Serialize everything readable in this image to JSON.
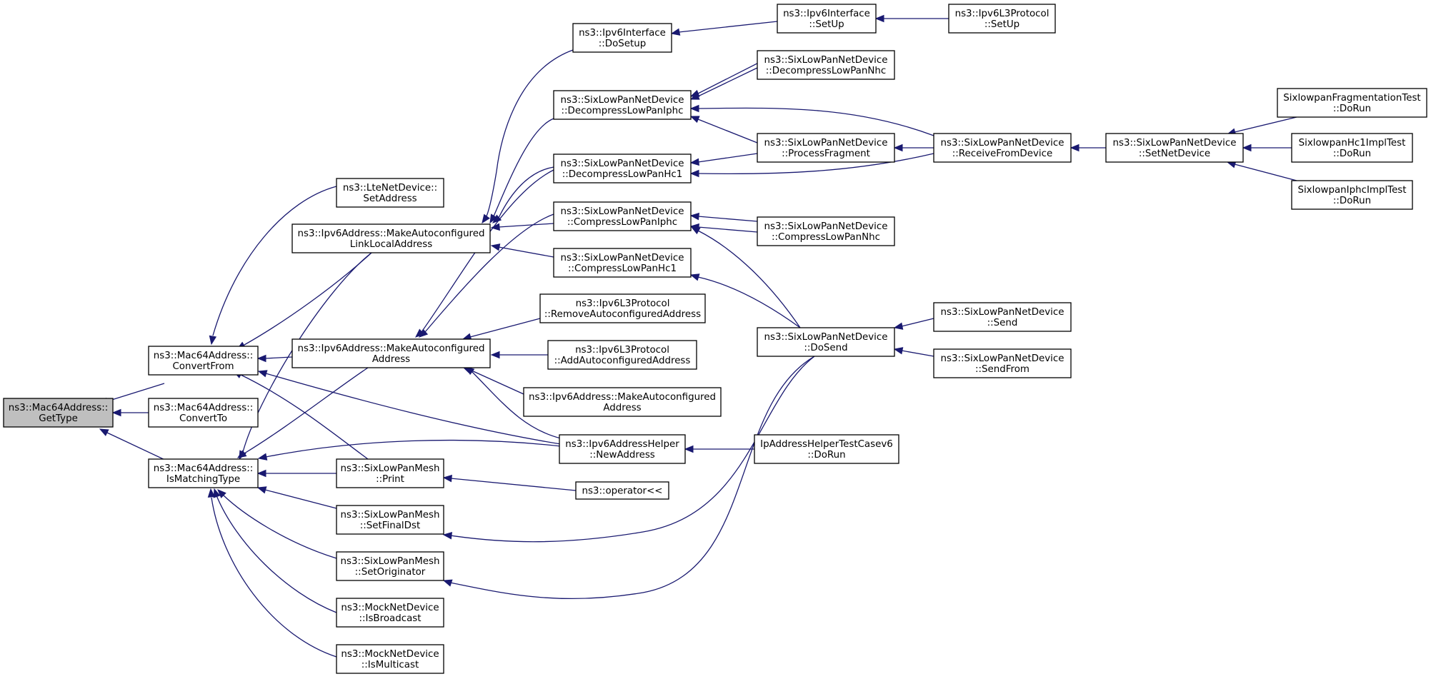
{
  "graph": {
    "edge_color": "#191970",
    "root_fill": "#bfbfbf",
    "nodes": {
      "gettype": {
        "lines": [
          "ns3::Mac64Address::",
          "GetType"
        ],
        "root": true
      },
      "convertfrom": {
        "lines": [
          "ns3::Mac64Address::",
          "ConvertFrom"
        ]
      },
      "convertto": {
        "lines": [
          "ns3::Mac64Address::",
          "ConvertTo"
        ]
      },
      "ismatchingtype": {
        "lines": [
          "ns3::Mac64Address::",
          "IsMatchingType"
        ]
      },
      "lte_setaddress": {
        "lines": [
          "ns3::LteNetDevice::",
          "SetAddress"
        ]
      },
      "makeauto_linklocal": {
        "lines": [
          "ns3::Ipv6Address::MakeAutoconfigured",
          "LinkLocalAddress"
        ]
      },
      "makeauto_address": {
        "lines": [
          "ns3::Ipv6Address::MakeAutoconfigured",
          "Address"
        ]
      },
      "mesh_print": {
        "lines": [
          "ns3::SixLowPanMesh",
          "::Print"
        ]
      },
      "mesh_setfinaldst": {
        "lines": [
          "ns3::SixLowPanMesh",
          "::SetFinalDst"
        ]
      },
      "mesh_setoriginator": {
        "lines": [
          "ns3::SixLowPanMesh",
          "::SetOriginator"
        ]
      },
      "mock_isbroadcast": {
        "lines": [
          "ns3::MockNetDevice",
          "::IsBroadcast"
        ]
      },
      "mock_ismulticast": {
        "lines": [
          "ns3::MockNetDevice",
          "::IsMulticast"
        ]
      },
      "ipv6if_dosetup": {
        "lines": [
          "ns3::Ipv6Interface",
          "::DoSetup"
        ]
      },
      "decompress_iphc": {
        "lines": [
          "ns3::SixLowPanNetDevice",
          "::DecompressLowPanIphc"
        ]
      },
      "decompress_hc1": {
        "lines": [
          "ns3::SixLowPanNetDevice",
          "::DecompressLowPanHc1"
        ]
      },
      "compress_iphc": {
        "lines": [
          "ns3::SixLowPanNetDevice",
          "::CompressLowPanIphc"
        ]
      },
      "compress_hc1": {
        "lines": [
          "ns3::SixLowPanNetDevice",
          "::CompressLowPanHc1"
        ]
      },
      "removeauto": {
        "lines": [
          "ns3::Ipv6L3Protocol",
          "::RemoveAutoconfiguredAddress"
        ]
      },
      "addauto": {
        "lines": [
          "ns3::Ipv6L3Protocol",
          "::AddAutoconfiguredAddress"
        ]
      },
      "makeauto_address2": {
        "lines": [
          "ns3::Ipv6Address::MakeAutoconfigured",
          "Address"
        ]
      },
      "helper_newaddress": {
        "lines": [
          "ns3::Ipv6AddressHelper",
          "::NewAddress"
        ]
      },
      "operator_ll": {
        "lines": [
          "ns3::operator<<"
        ]
      },
      "ipv6if_setup": {
        "lines": [
          "ns3::Ipv6Interface",
          "::SetUp"
        ]
      },
      "ipv6l3_setup": {
        "lines": [
          "ns3::Ipv6L3Protocol",
          "::SetUp"
        ]
      },
      "decompress_nhc": {
        "lines": [
          "ns3::SixLowPanNetDevice",
          "::DecompressLowPanNhc"
        ]
      },
      "processfragment": {
        "lines": [
          "ns3::SixLowPanNetDevice",
          "::ProcessFragment"
        ]
      },
      "compress_nhc": {
        "lines": [
          "ns3::SixLowPanNetDevice",
          "::CompressLowPanNhc"
        ]
      },
      "dosend": {
        "lines": [
          "ns3::SixLowPanNetDevice",
          "::DoSend"
        ]
      },
      "iphelpertest_dorun": {
        "lines": [
          "IpAddressHelperTestCasev6",
          "::DoRun"
        ]
      },
      "receivefromdevice": {
        "lines": [
          "ns3::SixLowPanNetDevice",
          "::ReceiveFromDevice"
        ]
      },
      "send": {
        "lines": [
          "ns3::SixLowPanNetDevice",
          "::Send"
        ]
      },
      "sendfrom": {
        "lines": [
          "ns3::SixLowPanNetDevice",
          "::SendFrom"
        ]
      },
      "setnetdevice": {
        "lines": [
          "ns3::SixLowPanNetDevice",
          "::SetNetDevice"
        ]
      },
      "fragtest_dorun": {
        "lines": [
          "SixlowpanFragmentationTest",
          "::DoRun"
        ]
      },
      "hc1test_dorun": {
        "lines": [
          "SixlowpanHc1ImplTest",
          "::DoRun"
        ]
      },
      "iphctest_dorun": {
        "lines": [
          "SixlowpanIphcImplTest",
          "::DoRun"
        ]
      }
    }
  }
}
